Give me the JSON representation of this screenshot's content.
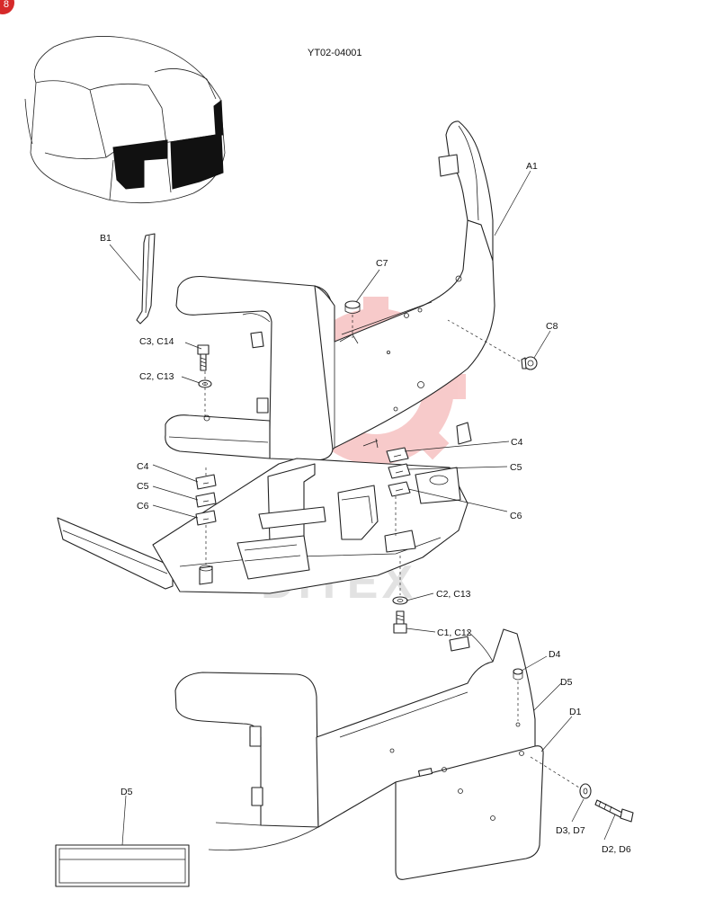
{
  "diagram": {
    "code": "YT02-04001",
    "page_marker": "8",
    "watermark": "DITEX",
    "colors": {
      "watermark": "#e64545",
      "ink": "#222222",
      "badge": "#d62a2a"
    },
    "labels": {
      "A1": "A1",
      "B1": "B1",
      "C7": "C7",
      "C8": "C8",
      "C3C14": "C3, C14",
      "C2C13_top": "C2, C13",
      "C4_left": "C4",
      "C5_left": "C5",
      "C6_left": "C6",
      "C4_right": "C4",
      "C5_right": "C5",
      "C6_right": "C6",
      "C2C13_bottom": "C2, C13",
      "C1C12": "C1, C12",
      "D4": "D4",
      "D5_top": "D5",
      "D1": "D1",
      "D3D7": "D3, D7",
      "D2D6": "D2, D6",
      "D5_label": "D5"
    }
  }
}
